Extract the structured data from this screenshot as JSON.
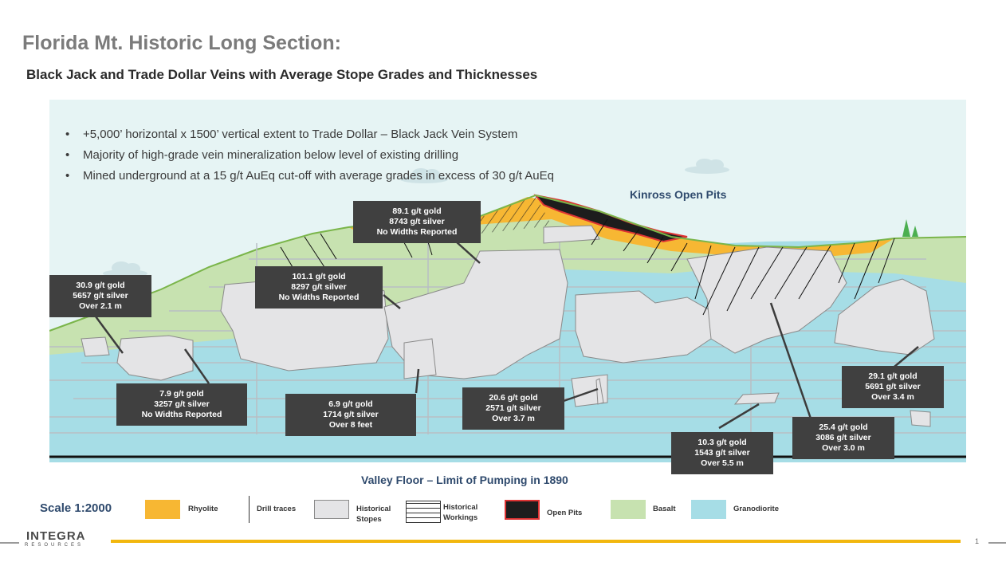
{
  "title": "Florida Mt. Historic Long Section:",
  "subtitle": "Black Jack and Trade Dollar Veins with Average Stope Grades and Thicknesses",
  "bullets": [
    "+5,000’ horizontal x 1500’ vertical extent to Trade Dollar – Black Jack Vein System",
    "Majority of high-grade vein mineralization below level of existing drilling",
    "Mined underground at a 15 g/t AuEq cut-off with average grades in excess of 30 g/t AuEq"
  ],
  "bullet_char": "•",
  "kinross_label": "Kinross Open Pits",
  "valley_label": "Valley Floor – Limit of Pumping in 1890",
  "grade_labels": [
    {
      "gold": "30.9 g/t gold",
      "silver": "5657 g/t silver",
      "width": "Over 2.1 m"
    },
    {
      "gold": "101.1 g/t gold",
      "silver": "8297 g/t silver",
      "width": "No Widths Reported"
    },
    {
      "gold": "89.1 g/t gold",
      "silver": "8743 g/t silver",
      "width": "No Widths Reported"
    },
    {
      "gold": "7.9 g/t gold",
      "silver": "3257 g/t silver",
      "width": "No Widths Reported"
    },
    {
      "gold": "6.9 g/t gold",
      "silver": "1714 g/t silver",
      "width": "Over 8 feet"
    },
    {
      "gold": "20.6 g/t gold",
      "silver": "2571 g/t silver",
      "width": "Over 3.7 m"
    },
    {
      "gold": "10.3 g/t gold",
      "silver": "1543 g/t silver",
      "width": "Over 5.5 m"
    },
    {
      "gold": "25.4 g/t gold",
      "silver": "3086 g/t silver",
      "width": "Over 3.0 m"
    },
    {
      "gold": "29.1 g/t gold",
      "silver": "5691 g/t silver",
      "width": "Over 3.4 m"
    }
  ],
  "legend": {
    "scale": "Scale 1:2000",
    "rhyolite": "Rhyolite",
    "drill_traces": "Drill traces",
    "stopes_1": "Historical",
    "stopes_2": "Stopes",
    "workings_1": "Historical",
    "workings_2": "Workings",
    "open_pits": "Open Pits",
    "basalt": "Basalt",
    "granodiorite": "Granodiorite"
  },
  "colors": {
    "sky": "#e6f4f4",
    "basalt": "#c7e2b0",
    "granodiorite": "#a6dde6",
    "rhyolite": "#f7b733",
    "stope": "#e4e4e6",
    "open_pit": "#1d1d1d",
    "label_bg": "#404040",
    "accent_bar": "#f2b70e"
  },
  "footer": {
    "logo": "INTEGRA",
    "logo_sub": "RESOURCES",
    "page": "1"
  }
}
